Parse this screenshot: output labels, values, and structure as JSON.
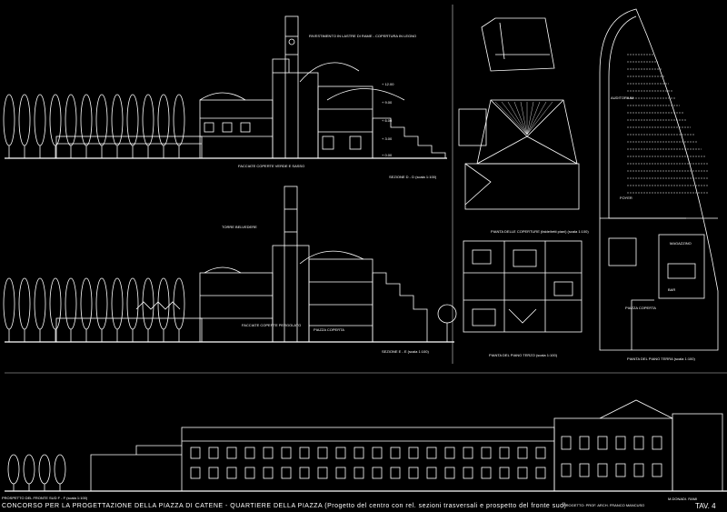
{
  "sheet": {
    "title": "CONCORSO PER LA PROGETTAZIONE DELLA PIAZZA DI CATENE - QUARTIERE DELLA PIAZZA (Progetto del centro con rel. sezioni trasversali e prospetto del fronte sud)",
    "number": "TAV. 4",
    "bottom_left": "PROSPETTO DEL FRONTE SUD F - F (scala 1:100)",
    "bottom_center": "PROGETTO: PROF. ARCH. FRANCO MANCUSO",
    "bottom_right": "M.DONADI. RAMI"
  },
  "sections": {
    "top_caption": "SEZIONE D - D (scala 1:100)",
    "top_roof_note": "RIVESTIMENTO IN LASTRE DI RAME - COPERTURA IN LEGNO",
    "top_facade_note": "FACCIATE COPERTE VERDE E SASSO",
    "middle_caption": "SEZIONE E - E (scala 1:100)",
    "middle_tower_note": "TORRE BELVEDERE",
    "middle_facade_note": "FACCIATE COPERTE PERGOLATO",
    "middle_piazza_note": "PIAZZA COPERTA",
    "levels": [
      "+ 12.00",
      "+ 9.00",
      "+ 6.00",
      "+ 3.00",
      "+ 0.00"
    ]
  },
  "plans": {
    "roof_plan_caption": "PIANTA DELLE COPERTURE (falde/tetti piani) (scala 1:100)",
    "third_floor_caption": "PIANTA DEL PIANO TERZO (scala 1:100)",
    "ground_floor_caption": "PIANTA DEL PIANO TERRA (scala 1:100)",
    "room_labels": [
      "AUDITORIUM",
      "FOYER",
      "PIAZZA COPERTA",
      "MAGAZZINO",
      "BAR"
    ]
  },
  "colors": {
    "background": "#000000",
    "lines": "#ffffff"
  }
}
